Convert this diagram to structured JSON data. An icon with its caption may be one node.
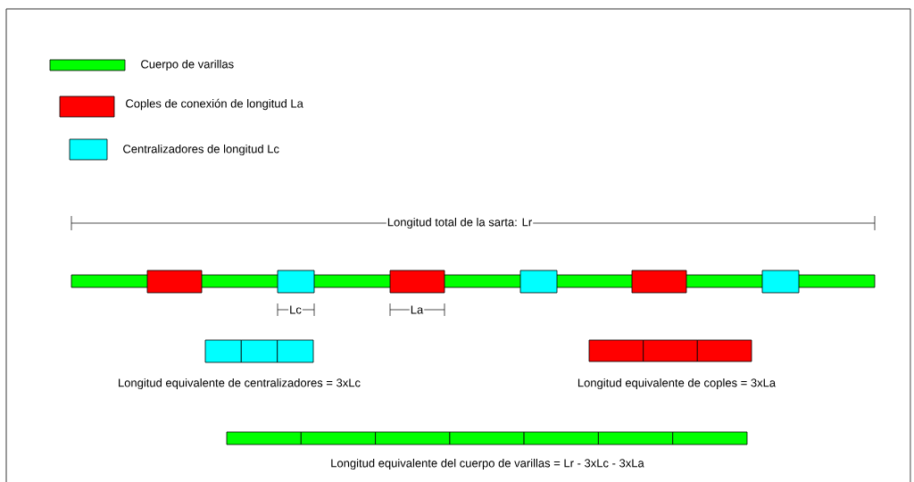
{
  "diagram": {
    "labels": [
      "Longitud total de la sarta: Lr",
      "Lc",
      "La",
      "Longitud equivalente de centralizadores = 3xLc",
      "Longitud equivalente de coples = 3xLa",
      "Longitud equivalente del cuerpo de varillas = Lr - 3xLc - 3xLa"
    ],
    "legend": [
      {
        "text": "Cuerpo de varillas",
        "color": "#00ff00"
      },
      {
        "text": "Coples de conexión de longitud La",
        "color": "#ff0000"
      },
      {
        "text": "Centralizadores de longitud Lc",
        "color": "#00ffff"
      }
    ]
  }
}
